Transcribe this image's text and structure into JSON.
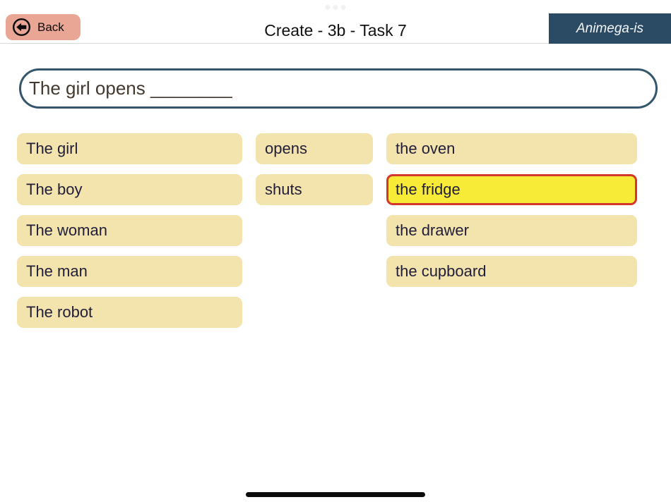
{
  "header": {
    "back_label": "Back",
    "title": "Create - 3b - Task 7",
    "brand": "Animega-is"
  },
  "sentence": {
    "text": "The girl opens ________"
  },
  "word_columns": [
    {
      "name": "subjects",
      "items": [
        {
          "label": "The girl",
          "selected": false
        },
        {
          "label": "The boy",
          "selected": false
        },
        {
          "label": "The woman",
          "selected": false
        },
        {
          "label": "The man",
          "selected": false
        },
        {
          "label": "The robot",
          "selected": false
        }
      ]
    },
    {
      "name": "verbs",
      "items": [
        {
          "label": "opens",
          "selected": false
        },
        {
          "label": "shuts",
          "selected": false
        }
      ]
    },
    {
      "name": "objects",
      "items": [
        {
          "label": "the oven",
          "selected": false
        },
        {
          "label": "the fridge",
          "selected": true
        },
        {
          "label": "the drawer",
          "selected": false
        },
        {
          "label": "the cupboard",
          "selected": false
        }
      ]
    }
  ],
  "colors": {
    "tile_bg": "#f3e3ad",
    "tile_text": "#201d3a",
    "selected_bg": "#f8eb38",
    "selected_border": "#d2382c",
    "back_bg": "#e9a695",
    "brand_bg": "#2b4a63",
    "input_border": "#33566c",
    "input_text": "#43392f"
  }
}
